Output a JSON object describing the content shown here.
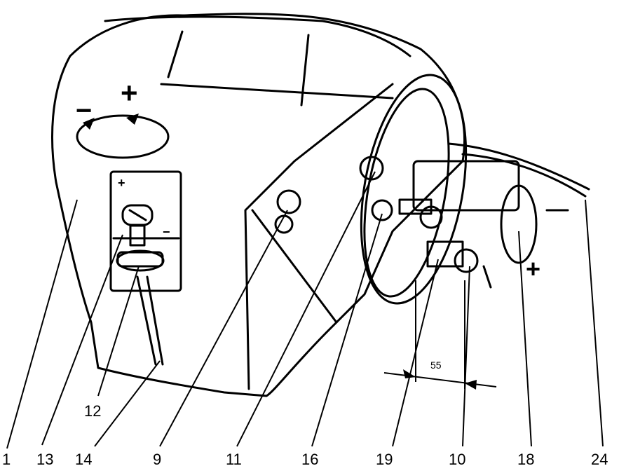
{
  "callouts": [
    "1",
    "13",
    "14",
    "9",
    "11",
    "16",
    "19",
    "10",
    "18",
    "24",
    "12"
  ],
  "dimension": "55",
  "signs": {
    "plus_top": "+",
    "minus_top": "−",
    "plus_right": "+",
    "small_plus": "+",
    "small_minus": "−"
  }
}
